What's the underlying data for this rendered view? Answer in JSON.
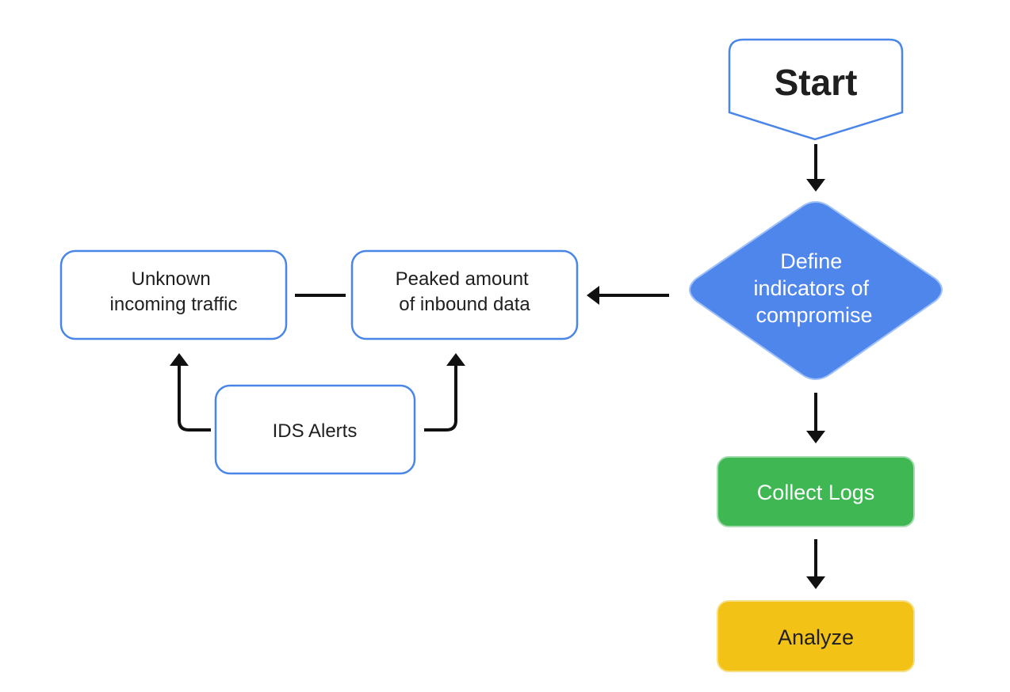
{
  "nodes": {
    "start": "Start",
    "define": [
      "Define",
      "indicators of",
      "compromise"
    ],
    "collect_logs": "Collect Logs",
    "analyze": "Analyze",
    "peaked": [
      "Peaked amount",
      "of inbound data"
    ],
    "unknown": [
      "Unknown",
      "incoming traffic"
    ],
    "ids_alerts": "IDS Alerts"
  },
  "colors": {
    "outline_blue": "#4a86e8",
    "diamond_blue": "#4f86ec",
    "green": "#3fb853",
    "yellow": "#f3c217",
    "arrow": "#111111"
  }
}
